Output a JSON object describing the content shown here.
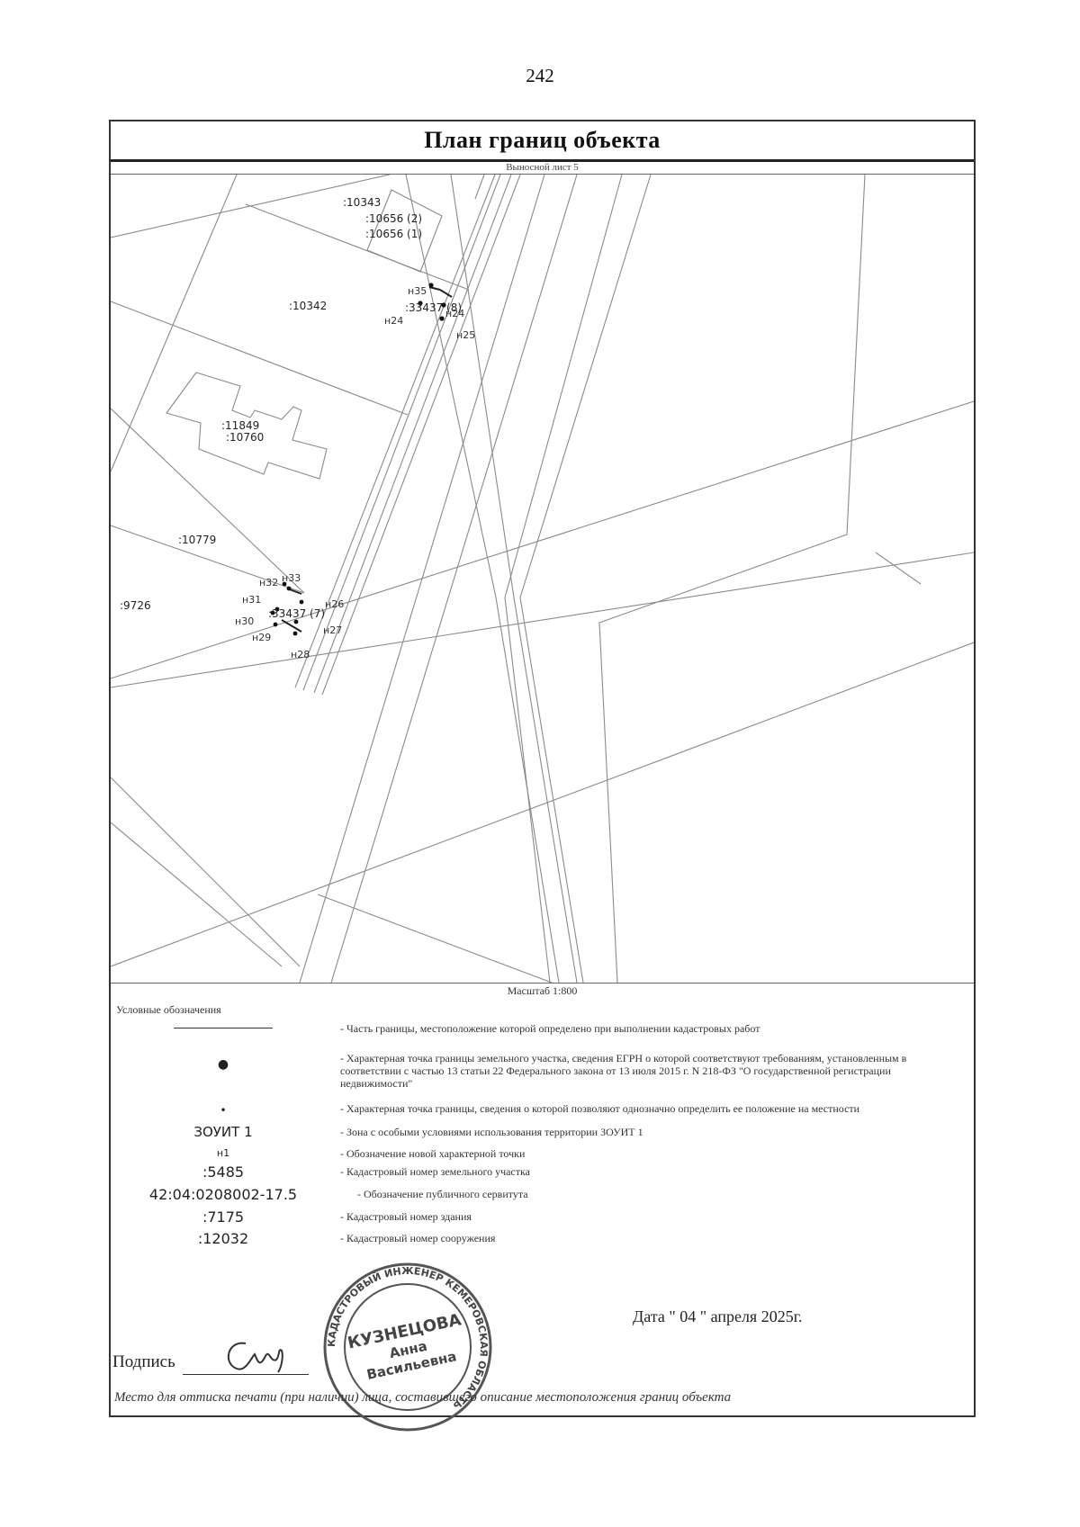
{
  "page_number": "242",
  "title": "План границ объекта",
  "subtitle": "Выносной лист 5",
  "map": {
    "parcel_labels": [
      ":10343",
      ":10656 (2)",
      ":10656 (1)",
      ":10342",
      ":33437 (8)",
      ":11849",
      ":10760",
      ":10779",
      ":9726",
      ":33437 (7)"
    ],
    "point_labels": [
      "н35",
      "н24",
      "н24",
      "н25",
      "н32",
      "н33",
      "н31",
      "н26",
      "н30",
      "н29",
      "н27",
      "н28"
    ]
  },
  "scale": "Масштаб 1:800",
  "legend": {
    "title": "Условные обозначения",
    "items": [
      {
        "symbol": "",
        "text": "- Часть границы, местоположение которой определено при выполнении кадастровых работ"
      },
      {
        "symbol": "●",
        "text": "- Характерная точка границы земельного участка, сведения ЕГРН о которой соответствуют требованиям, установленным в соответствии с частью 13 статьи 22 Федерального закона от 13 июля 2015 г. N 218-ФЗ \"О государственной регистрации недвижимости\""
      },
      {
        "symbol": "•",
        "text": "- Характерная точка границы, сведения о которой позволяют однозначно определить ее положение на местности"
      },
      {
        "symbol": "ЗОУИТ 1",
        "text": "- Зона с особыми условиями использования территории ЗОУИТ 1"
      },
      {
        "symbol": "н1",
        "text": "- Обозначение новой характерной точки"
      },
      {
        "symbol": ":5485",
        "text": "- Кадастровый номер земельного участка"
      },
      {
        "symbol": "42:04:0208002-17.5",
        "text": "- Обозначение публичного сервитута"
      },
      {
        "symbol": ":7175",
        "text": "- Кадастровый номер здания"
      },
      {
        "symbol": ":12032",
        "text": "- Кадастровый номер сооружения"
      }
    ]
  },
  "date": "Дата \" 04 \" апреля 2025г.",
  "signature_label": "Подпись",
  "stamp": {
    "outer_text": "КАДАСТРОВЫЙ ИНЖЕНЕР КЕМЕРОВСКАЯ ОБЛАСТЬ",
    "name": "КУЗНЕЦОВА",
    "name2": "Анна",
    "name3": "Васильевна"
  },
  "stamp_note": "Место для оттиска печати (при наличии) лица, составившего описание местоположения границ объекта"
}
